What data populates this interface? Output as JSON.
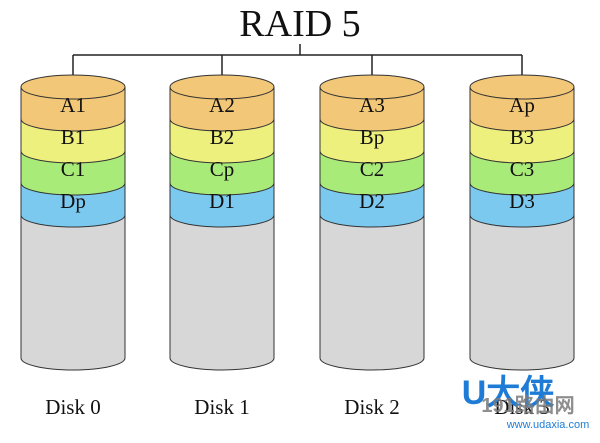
{
  "title": "RAID 5",
  "colors": {
    "A": "#F2C777",
    "B": "#EEF07D",
    "C": "#A9EB78",
    "D": "#7CC9F0",
    "empty": "#D7D7D7",
    "stroke": "#333333",
    "line": "#222222",
    "watermark_blue": "#1E7CD6",
    "watermark_gray": "#7A7A7A"
  },
  "disks": [
    {
      "label": "Disk 0",
      "blocks": [
        "A1",
        "B1",
        "C1",
        "Dp"
      ]
    },
    {
      "label": "Disk 1",
      "blocks": [
        "A2",
        "B2",
        "Cp",
        "D1"
      ]
    },
    {
      "label": "Disk 2",
      "blocks": [
        "A3",
        "Bp",
        "C2",
        "D2"
      ]
    },
    {
      "label": "Disk 3",
      "blocks": [
        "Ap",
        "B3",
        "C3",
        "D3"
      ]
    }
  ],
  "watermark": {
    "brand": "U大侠",
    "site_name": "191路由网",
    "url": "www.udaxia.com"
  }
}
